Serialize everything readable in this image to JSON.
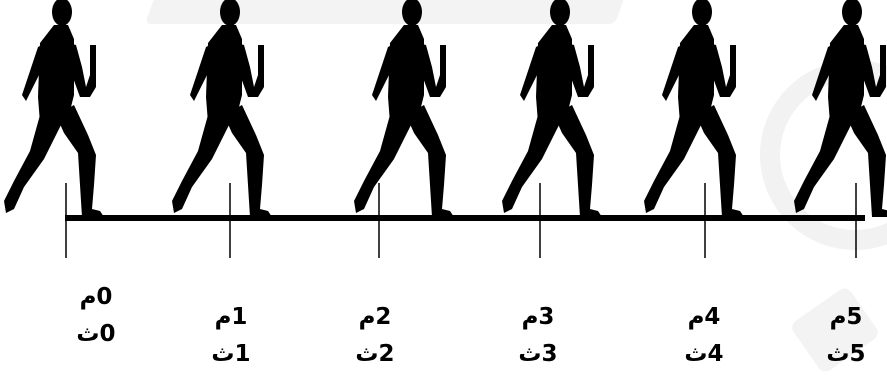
{
  "diagram": {
    "colors": {
      "ink": "#000000",
      "background": "#ffffff"
    },
    "markers": [
      {
        "distance": "0م",
        "time": "0ث"
      },
      {
        "distance": "1م",
        "time": "1ث"
      },
      {
        "distance": "2م",
        "time": "2ث"
      },
      {
        "distance": "3م",
        "time": "3ث"
      },
      {
        "distance": "4م",
        "time": "4ث"
      },
      {
        "distance": "5م",
        "time": "5ث"
      }
    ]
  }
}
